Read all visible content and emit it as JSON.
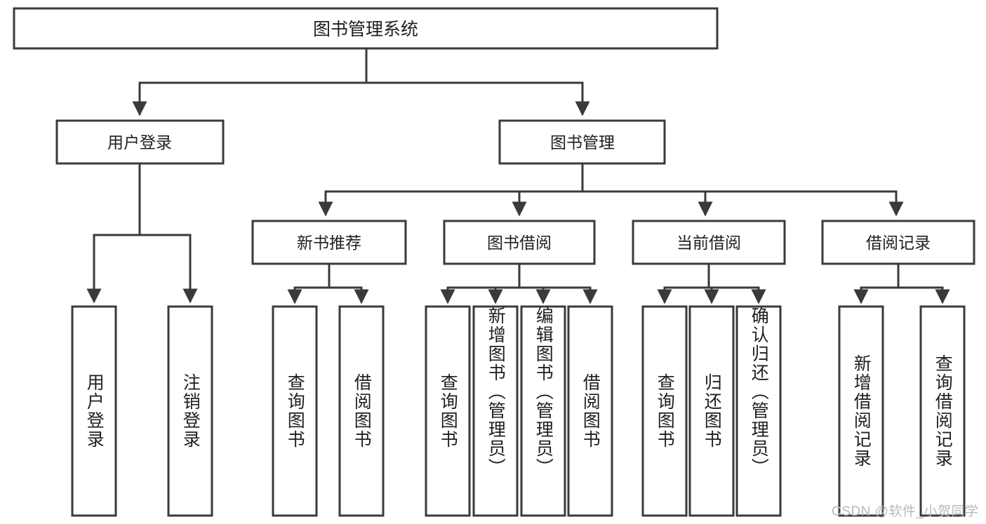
{
  "diagram": {
    "title": "图书管理系统",
    "type": "tree-hierarchy-diagram",
    "watermark": "CSDN @软件_小贺同学",
    "colors": {
      "background": "#ffffff",
      "stroke": "#3a3a3a",
      "text": "#1f1f1f",
      "watermark": "#b9b9b9"
    },
    "root": {
      "label": "图书管理系统"
    },
    "level1": [
      {
        "label": "用户登录"
      },
      {
        "label": "图书管理"
      }
    ],
    "level2": [
      {
        "label": "新书推荐"
      },
      {
        "label": "图书借阅"
      },
      {
        "label": "当前借阅"
      },
      {
        "label": "借阅记录"
      }
    ],
    "leaves": {
      "user_login": [
        {
          "label": "用户登录"
        },
        {
          "label": "注销登录"
        }
      ],
      "new_book_recommend": [
        {
          "label": "查询图书"
        },
        {
          "label": "借阅图书"
        }
      ],
      "book_borrow": [
        {
          "label": "查询图书"
        },
        {
          "label": "新增图书（管理员）"
        },
        {
          "label": "编辑图书（管理员）"
        },
        {
          "label": "借阅图书"
        }
      ],
      "current_borrow": [
        {
          "label": "查询图书"
        },
        {
          "label": "归还图书"
        },
        {
          "label": "确认归还（管理员）"
        }
      ],
      "borrow_record": [
        {
          "label": "新增借阅记录"
        },
        {
          "label": "查询借阅记录"
        }
      ]
    }
  }
}
